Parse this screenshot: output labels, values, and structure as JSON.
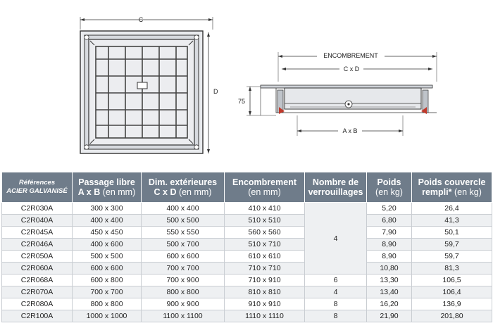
{
  "drawings": {
    "plan_view": {
      "label_c": "C",
      "label_d": "D"
    },
    "section_view": {
      "label_encombrement": "ENCOMBREMENT",
      "label_cxd": "C x D",
      "label_axb": "A x B",
      "label_height": "75"
    }
  },
  "table": {
    "headers": {
      "ref_line1": "Références",
      "ref_line2": "ACIER GALVANISÉ",
      "passage_line1": "Passage libre",
      "passage_line2": "A x B",
      "passage_unit": " (en mm)",
      "dim_line1": "Dim. extérieures",
      "dim_line2": "C x D",
      "dim_unit": " (en mm)",
      "enc_line1": "Encombrement",
      "enc_unit": "(en mm)",
      "lock_line1": "Nombre de",
      "lock_line2": "verrouillages",
      "poids_line1": "Poids",
      "poids_unit": "(en kg)",
      "pc_line1": "Poids couvercle",
      "pc_line2": "rempli*",
      "pc_unit": " (en kg)"
    },
    "rows": [
      {
        "ref": "C2R030A",
        "passage": "300 x 300",
        "dim": "400 x 400",
        "enc": "410 x 410",
        "lock": "4",
        "poids": "5,20",
        "pc": "26,4"
      },
      {
        "ref": "C2R040A",
        "passage": "400 x 400",
        "dim": "500 x 500",
        "enc": "510 x 510",
        "lock": "",
        "poids": "6,80",
        "pc": "41,3"
      },
      {
        "ref": "C2R045A",
        "passage": "450 x 450",
        "dim": "550 x 550",
        "enc": "560 x 560",
        "lock": "",
        "poids": "7,90",
        "pc": "50,1"
      },
      {
        "ref": "C2R046A",
        "passage": "400 x 600",
        "dim": "500 x 700",
        "enc": "510 x 710",
        "lock": "",
        "poids": "8,90",
        "pc": "59,7"
      },
      {
        "ref": "C2R050A",
        "passage": "500 x 500",
        "dim": "600 x 600",
        "enc": "610 x 610",
        "lock": "",
        "poids": "8,90",
        "pc": "59,7"
      },
      {
        "ref": "C2R060A",
        "passage": "600 x 600",
        "dim": "700 x 700",
        "enc": "710 x 710",
        "lock": "",
        "poids": "10,80",
        "pc": "81,3"
      },
      {
        "ref": "C2R068A",
        "passage": "600 x 800",
        "dim": "700 x 900",
        "enc": "710 x 910",
        "lock": "6",
        "poids": "13,30",
        "pc": "106,5"
      },
      {
        "ref": "C2R070A",
        "passage": "700 x 700",
        "dim": "800 x 800",
        "enc": "810 x 810",
        "lock": "4",
        "poids": "13,40",
        "pc": "106,4"
      },
      {
        "ref": "C2R080A",
        "passage": "800 x 800",
        "dim": "900 x 900",
        "enc": "910 x 910",
        "lock": "8",
        "poids": "16,20",
        "pc": "136,9"
      },
      {
        "ref": "C2R100A",
        "passage": "1000 x 1000",
        "dim": "1100 x 1100",
        "enc": "1110 x 1110",
        "lock": "8",
        "poids": "21,90",
        "pc": "201,80"
      }
    ]
  }
}
